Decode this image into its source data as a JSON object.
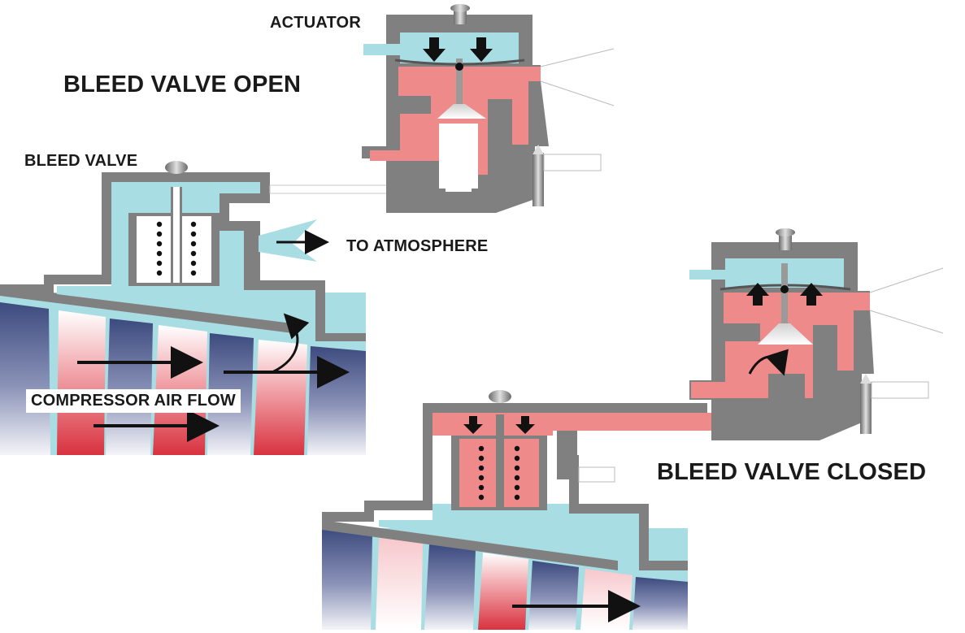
{
  "labels": {
    "actuator": "ACTUATOR",
    "bleed_valve_open": "BLEED VALVE OPEN",
    "bleed_valve": "BLEED VALVE",
    "to_atmosphere": "TO ATMOSPHERE",
    "compressor_air_flow": "COMPRESSOR AIR FLOW",
    "bleed_valve_closed": "BLEED VALVE CLOSED"
  },
  "colors": {
    "housing": "#808080",
    "air_cyan": "#a8dde3",
    "pressure_pink": "#ef8a8a",
    "blade_blue": "#3c4a7e",
    "blade_red": "#d8323f",
    "arrow": "#111111"
  }
}
